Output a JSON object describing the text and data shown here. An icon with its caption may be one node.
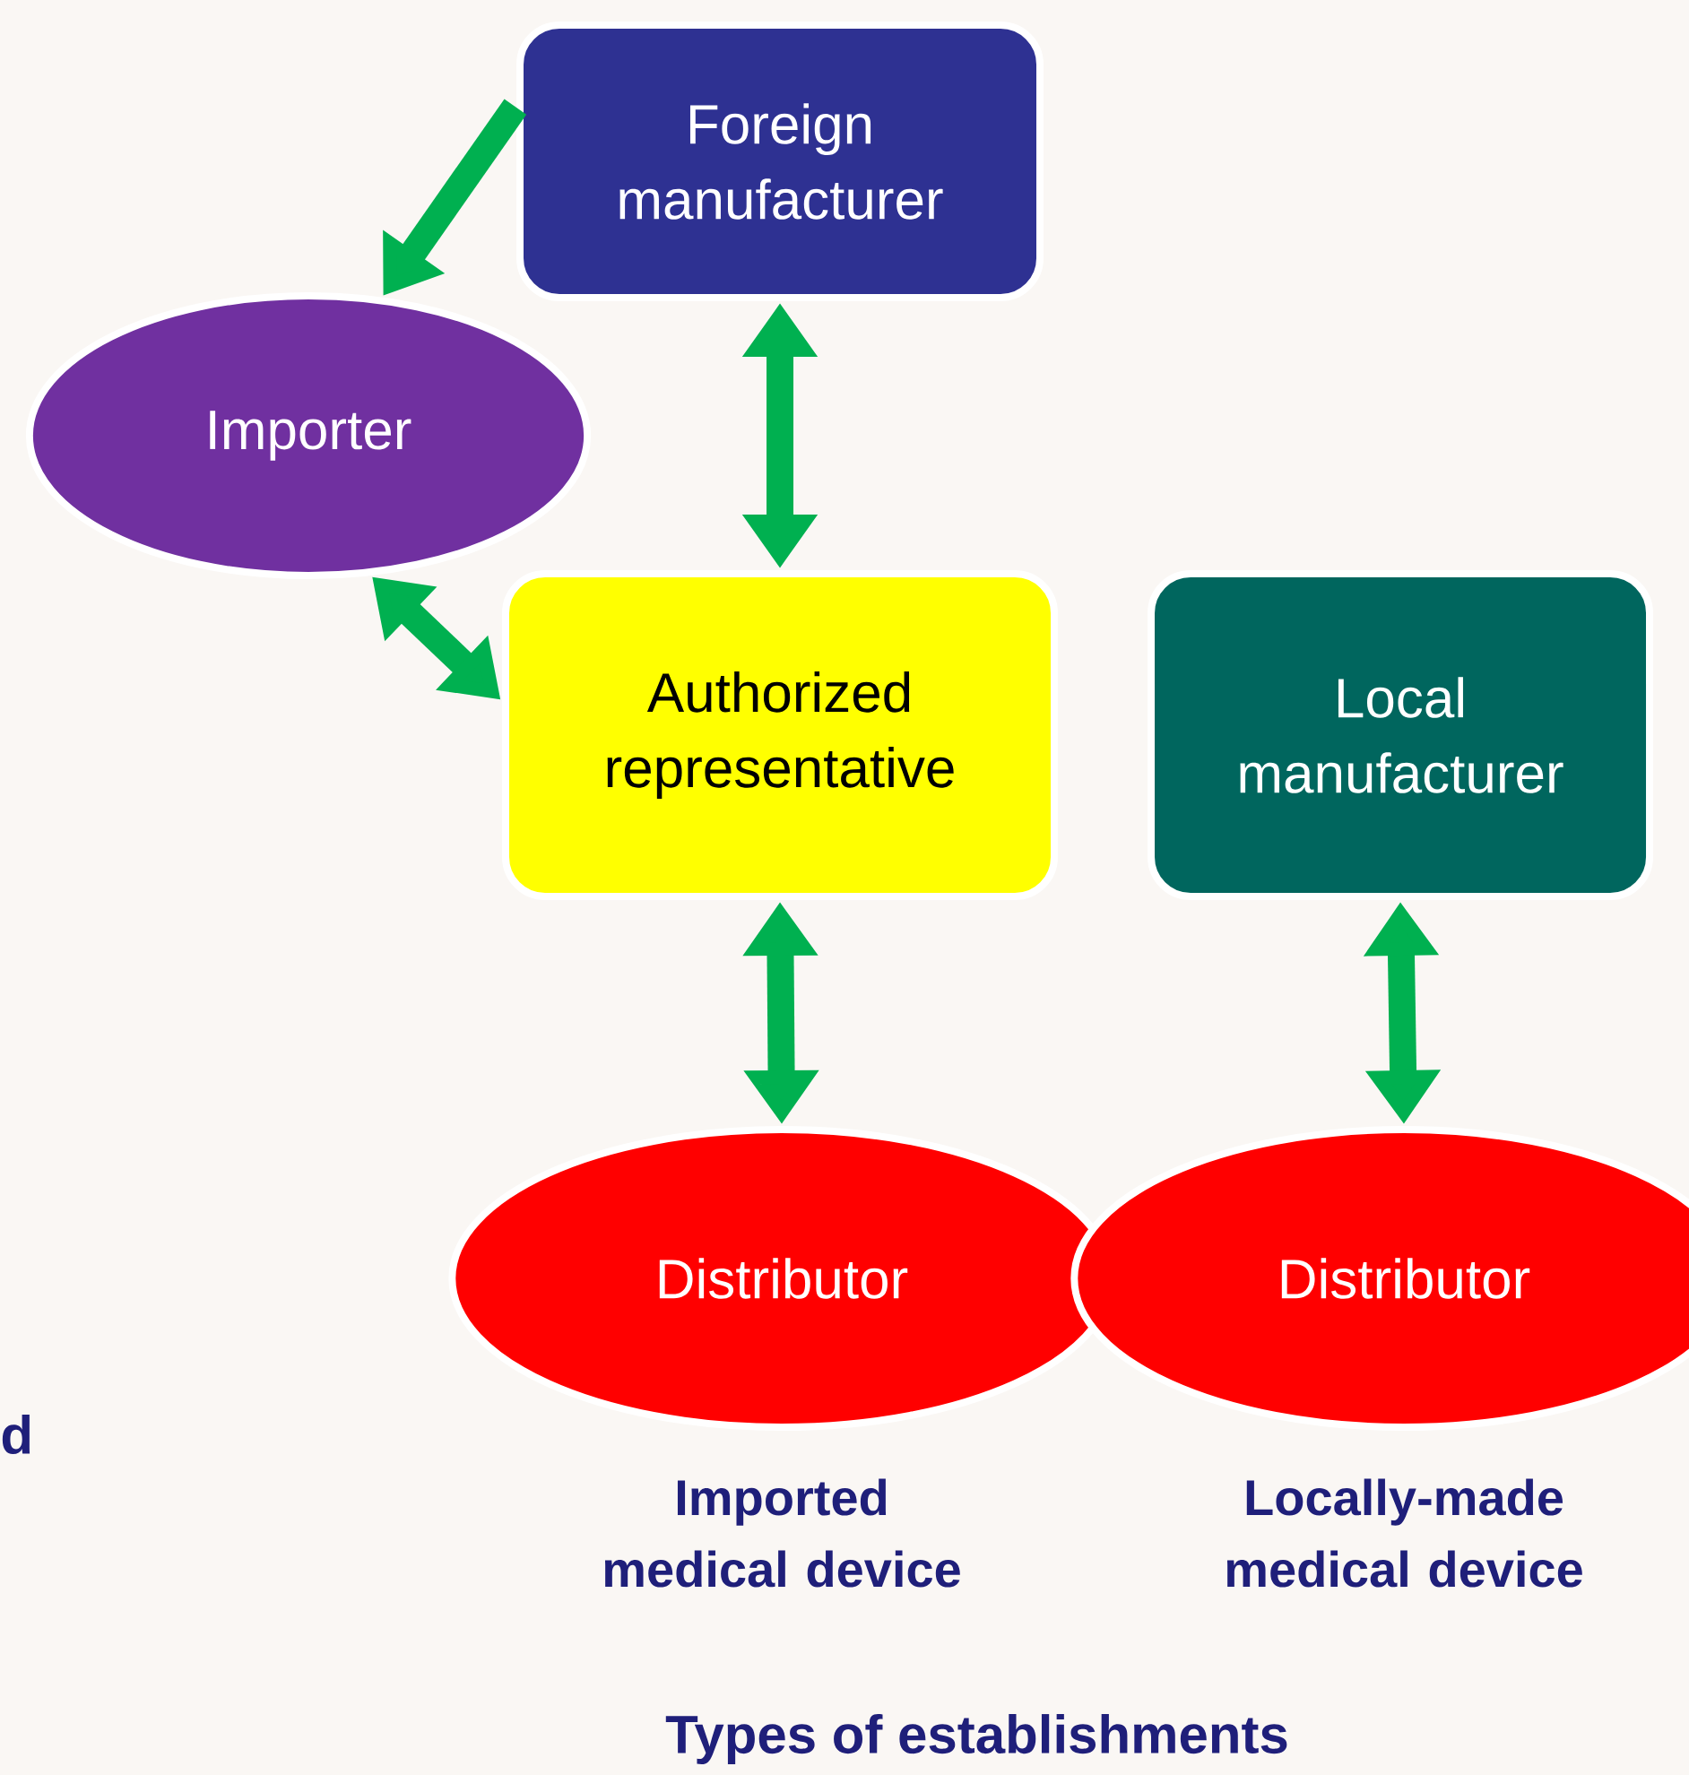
{
  "diagram": {
    "caption": "Types of establishments",
    "nodes": [
      {
        "text": [
          "Foreign manufacturer"
        ]
      },
      {
        "text": [
          "Importer"
        ]
      },
      {
        "text": [
          "Authorized representative"
        ]
      },
      {
        "text": [
          "Local manufacturer"
        ]
      },
      {
        "text": [
          "Distributor"
        ],
        "beside": [
          "Imported medical device"
        ]
      },
      {
        "text": [
          "Distributor"
        ],
        "beside": [
          "Locally-made medical device"
        ]
      }
    ],
    "edges": [
      {
        "from": 0,
        "to": 1,
        "arrow": "to"
      },
      {
        "from": 0,
        "to": 2,
        "arrow": "both"
      },
      {
        "from": 1,
        "to": 2,
        "arrow": "both"
      },
      {
        "from": 2,
        "to": 4,
        "arrow": "both"
      },
      {
        "from": 3,
        "to": 5,
        "arrow": "both"
      }
    ],
    "labels": [
      "d"
    ]
  }
}
